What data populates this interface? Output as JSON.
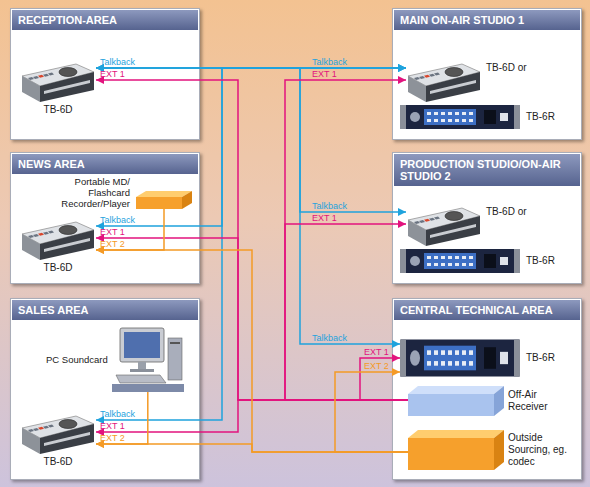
{
  "diagram": {
    "nodes": [
      {
        "text": [
          "RECEPTION-AREA"
        ]
      },
      {
        "text": [
          "TB-6D"
        ],
        "in": 0
      },
      {
        "text": [
          "MAIN ON-AIR STUDIO 1"
        ]
      },
      {
        "text": [
          "TB-6D or"
        ],
        "in": 2
      },
      {
        "text": [
          "TB-6R"
        ],
        "in": 2
      },
      {
        "text": [
          "NEWS AREA"
        ]
      },
      {
        "text": [
          "Portable MD/ Flashcard Recorder/Player"
        ],
        "in": 5
      },
      {
        "text": [
          "TB-6D"
        ],
        "in": 5
      },
      {
        "text": [
          "PRODUCTION STUDIO/ON-AIR STUDIO 2"
        ]
      },
      {
        "text": [
          "TB-6D or"
        ],
        "in": 8
      },
      {
        "text": [
          "TB-6R"
        ],
        "in": 8
      },
      {
        "text": [
          "SALES AREA"
        ]
      },
      {
        "text": [
          "PC Soundcard"
        ],
        "in": 11
      },
      {
        "text": [
          "TB-6D"
        ],
        "in": 11
      },
      {
        "text": [
          "CENTRAL TECHNICAL AREA"
        ]
      },
      {
        "text": [
          "TB-6R"
        ],
        "in": 14
      },
      {
        "text": [
          "Off-Air Receiver"
        ],
        "in": 14
      },
      {
        "text": [
          "Outside Sourcing, eg. codec"
        ],
        "in": 14
      }
    ],
    "edges": [
      {
        "from": 1,
        "to": 3,
        "arrow": "both"
      },
      {
        "from": 7,
        "to": 3,
        "arrow": "both"
      },
      {
        "from": 13,
        "to": 3,
        "arrow": "both"
      },
      {
        "from": 1,
        "to": 9,
        "arrow": "both"
      },
      {
        "from": 1,
        "to": 15,
        "arrow": "both"
      },
      {
        "from": 16,
        "to": 15,
        "arrow": "to"
      },
      {
        "from": 16,
        "to": 3,
        "arrow": "to"
      },
      {
        "from": 16,
        "to": 9,
        "arrow": "to"
      },
      {
        "from": 16,
        "to": 1,
        "arrow": "to"
      },
      {
        "from": 16,
        "to": 7,
        "arrow": "to"
      },
      {
        "from": 16,
        "to": 13,
        "arrow": "to"
      },
      {
        "from": 17,
        "to": 15,
        "arrow": "to"
      },
      {
        "from": 17,
        "to": 7,
        "arrow": "to"
      },
      {
        "from": 17,
        "to": 13,
        "arrow": "to"
      },
      {
        "from": 6,
        "to": 7,
        "arrow": "to"
      },
      {
        "from": 12,
        "to": 13,
        "arrow": "to"
      }
    ],
    "labels": [
      "Talkback",
      "EXT 1",
      "Talkback",
      "EXT 1",
      "Talkback",
      "EXT 1",
      "EXT 2",
      "Talkback",
      "EXT 1",
      "Talkback",
      "EXT 1",
      "EXT 2",
      "Talkback",
      "EXT 1",
      "EXT 2"
    ]
  }
}
